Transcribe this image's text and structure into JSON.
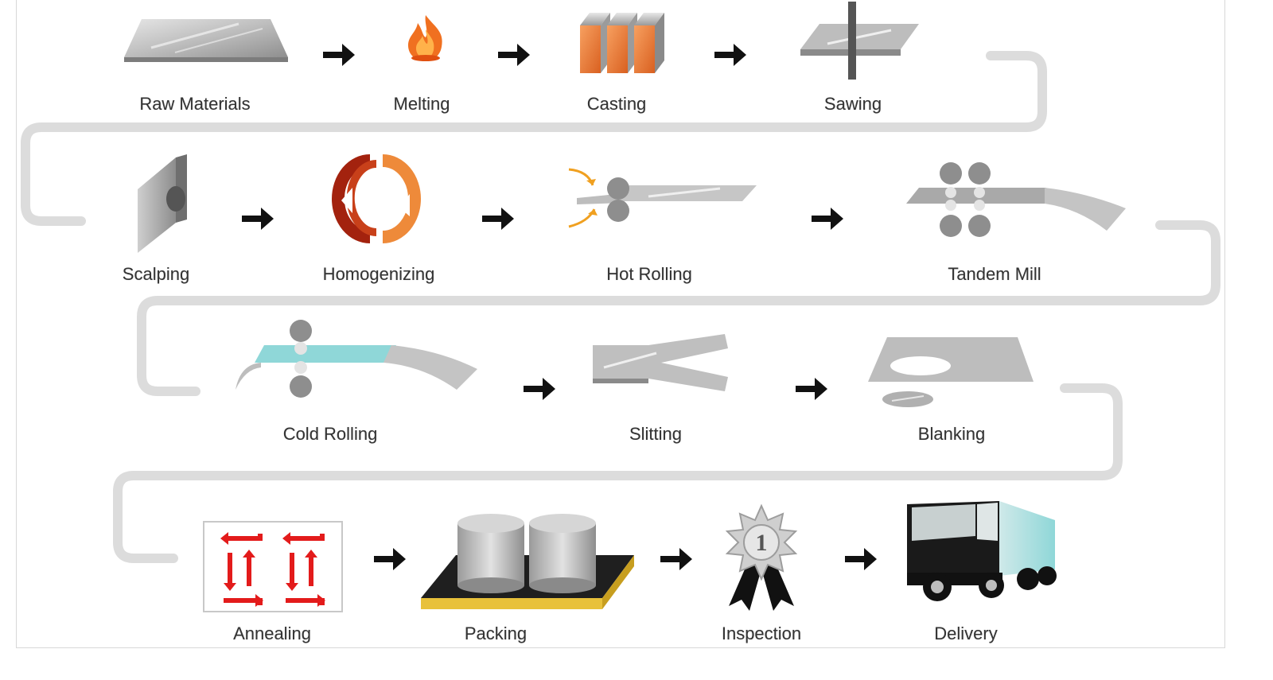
{
  "colors": {
    "connector": "#dcdcdc",
    "arrow": "#111111",
    "metal_light": "#d9d9d9",
    "metal_dark": "#8e8e8e",
    "flame": "#f07020",
    "heat_dark": "#a3220e",
    "heat_light": "#ee8a3a",
    "annealing": "#e31b1b",
    "pallet": "#e8c13a",
    "teal": "#8fd7d8"
  },
  "steps": [
    {
      "label": "Raw Materials",
      "icon": "aluminum-plate-icon"
    },
    {
      "label": "Melting",
      "icon": "flame-icon"
    },
    {
      "label": "Casting",
      "icon": "ingot-icon"
    },
    {
      "label": "Sawing",
      "icon": "saw-blade-icon"
    },
    {
      "label": "Scalping",
      "icon": "scalping-block-icon"
    },
    {
      "label": "Homogenizing",
      "icon": "heat-cycle-icon"
    },
    {
      "label": "Hot Rolling",
      "icon": "hot-rolling-icon"
    },
    {
      "label": "Tandem Mill",
      "icon": "tandem-mill-icon"
    },
    {
      "label": "Cold Rolling",
      "icon": "cold-rolling-icon"
    },
    {
      "label": "Slitting",
      "icon": "slitting-icon"
    },
    {
      "label": "Blanking",
      "icon": "blanking-icon"
    },
    {
      "label": "Annealing",
      "icon": "annealing-furnace-icon"
    },
    {
      "label": "Packing",
      "icon": "coil-pallet-icon"
    },
    {
      "label": "Inspection",
      "icon": "award-badge-icon"
    },
    {
      "label": "Delivery",
      "icon": "delivery-truck-icon"
    }
  ],
  "badge_number": "1"
}
